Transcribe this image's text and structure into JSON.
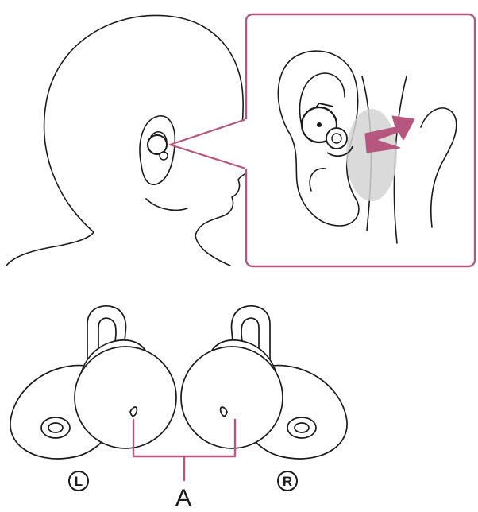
{
  "labels": {
    "left_mark": "L",
    "right_mark": "R",
    "callout_a": "A"
  },
  "colors": {
    "line": "#1a1a1a",
    "accent": "#b5577e",
    "shade": "#d4d4d4",
    "background": "#ffffff"
  },
  "icons": {
    "push_arrow": "arrow-icon",
    "side_left": "left-side-mark-icon",
    "side_right": "right-side-mark-icon"
  }
}
